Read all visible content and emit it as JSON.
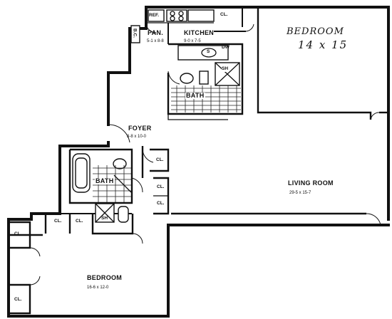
{
  "rooms": {
    "bedroom_upper": {
      "name": "BEDROOM",
      "size": "14 x 15"
    },
    "pantry": {
      "name": "PAN.",
      "size": "5-1 x 8-8"
    },
    "kitchen": {
      "name": "KITCHEN",
      "size": "9-0 x 7-5"
    },
    "bath_upper": {
      "name": "BATH"
    },
    "foyer": {
      "name": "FOYER",
      "size": "8-8 x 10-0"
    },
    "bath_lower": {
      "name": "BATH"
    },
    "living_room": {
      "name": "LIVING ROOM",
      "size": "29-5 x 15-7"
    },
    "bedroom_lower": {
      "name": "BEDROOM",
      "size": "16-6 x 12-0"
    }
  },
  "fixtures": {
    "refrigerator": "REF.",
    "broom_closet": "B.C.",
    "dishwasher": "DW",
    "sink": "S",
    "shower_upper": "SH",
    "shower_lower": "SH"
  },
  "closets": {
    "kitchen_closet": "CL.",
    "foyer_closet": "CL.",
    "hall_closet_1": "CL.",
    "hall_closet_2": "CL.",
    "bedroom_closet_1": "CL.",
    "bedroom_closet_2": "CL.",
    "bedroom_closet_left_1": "CL.",
    "bedroom_closet_left_2": "CL."
  }
}
